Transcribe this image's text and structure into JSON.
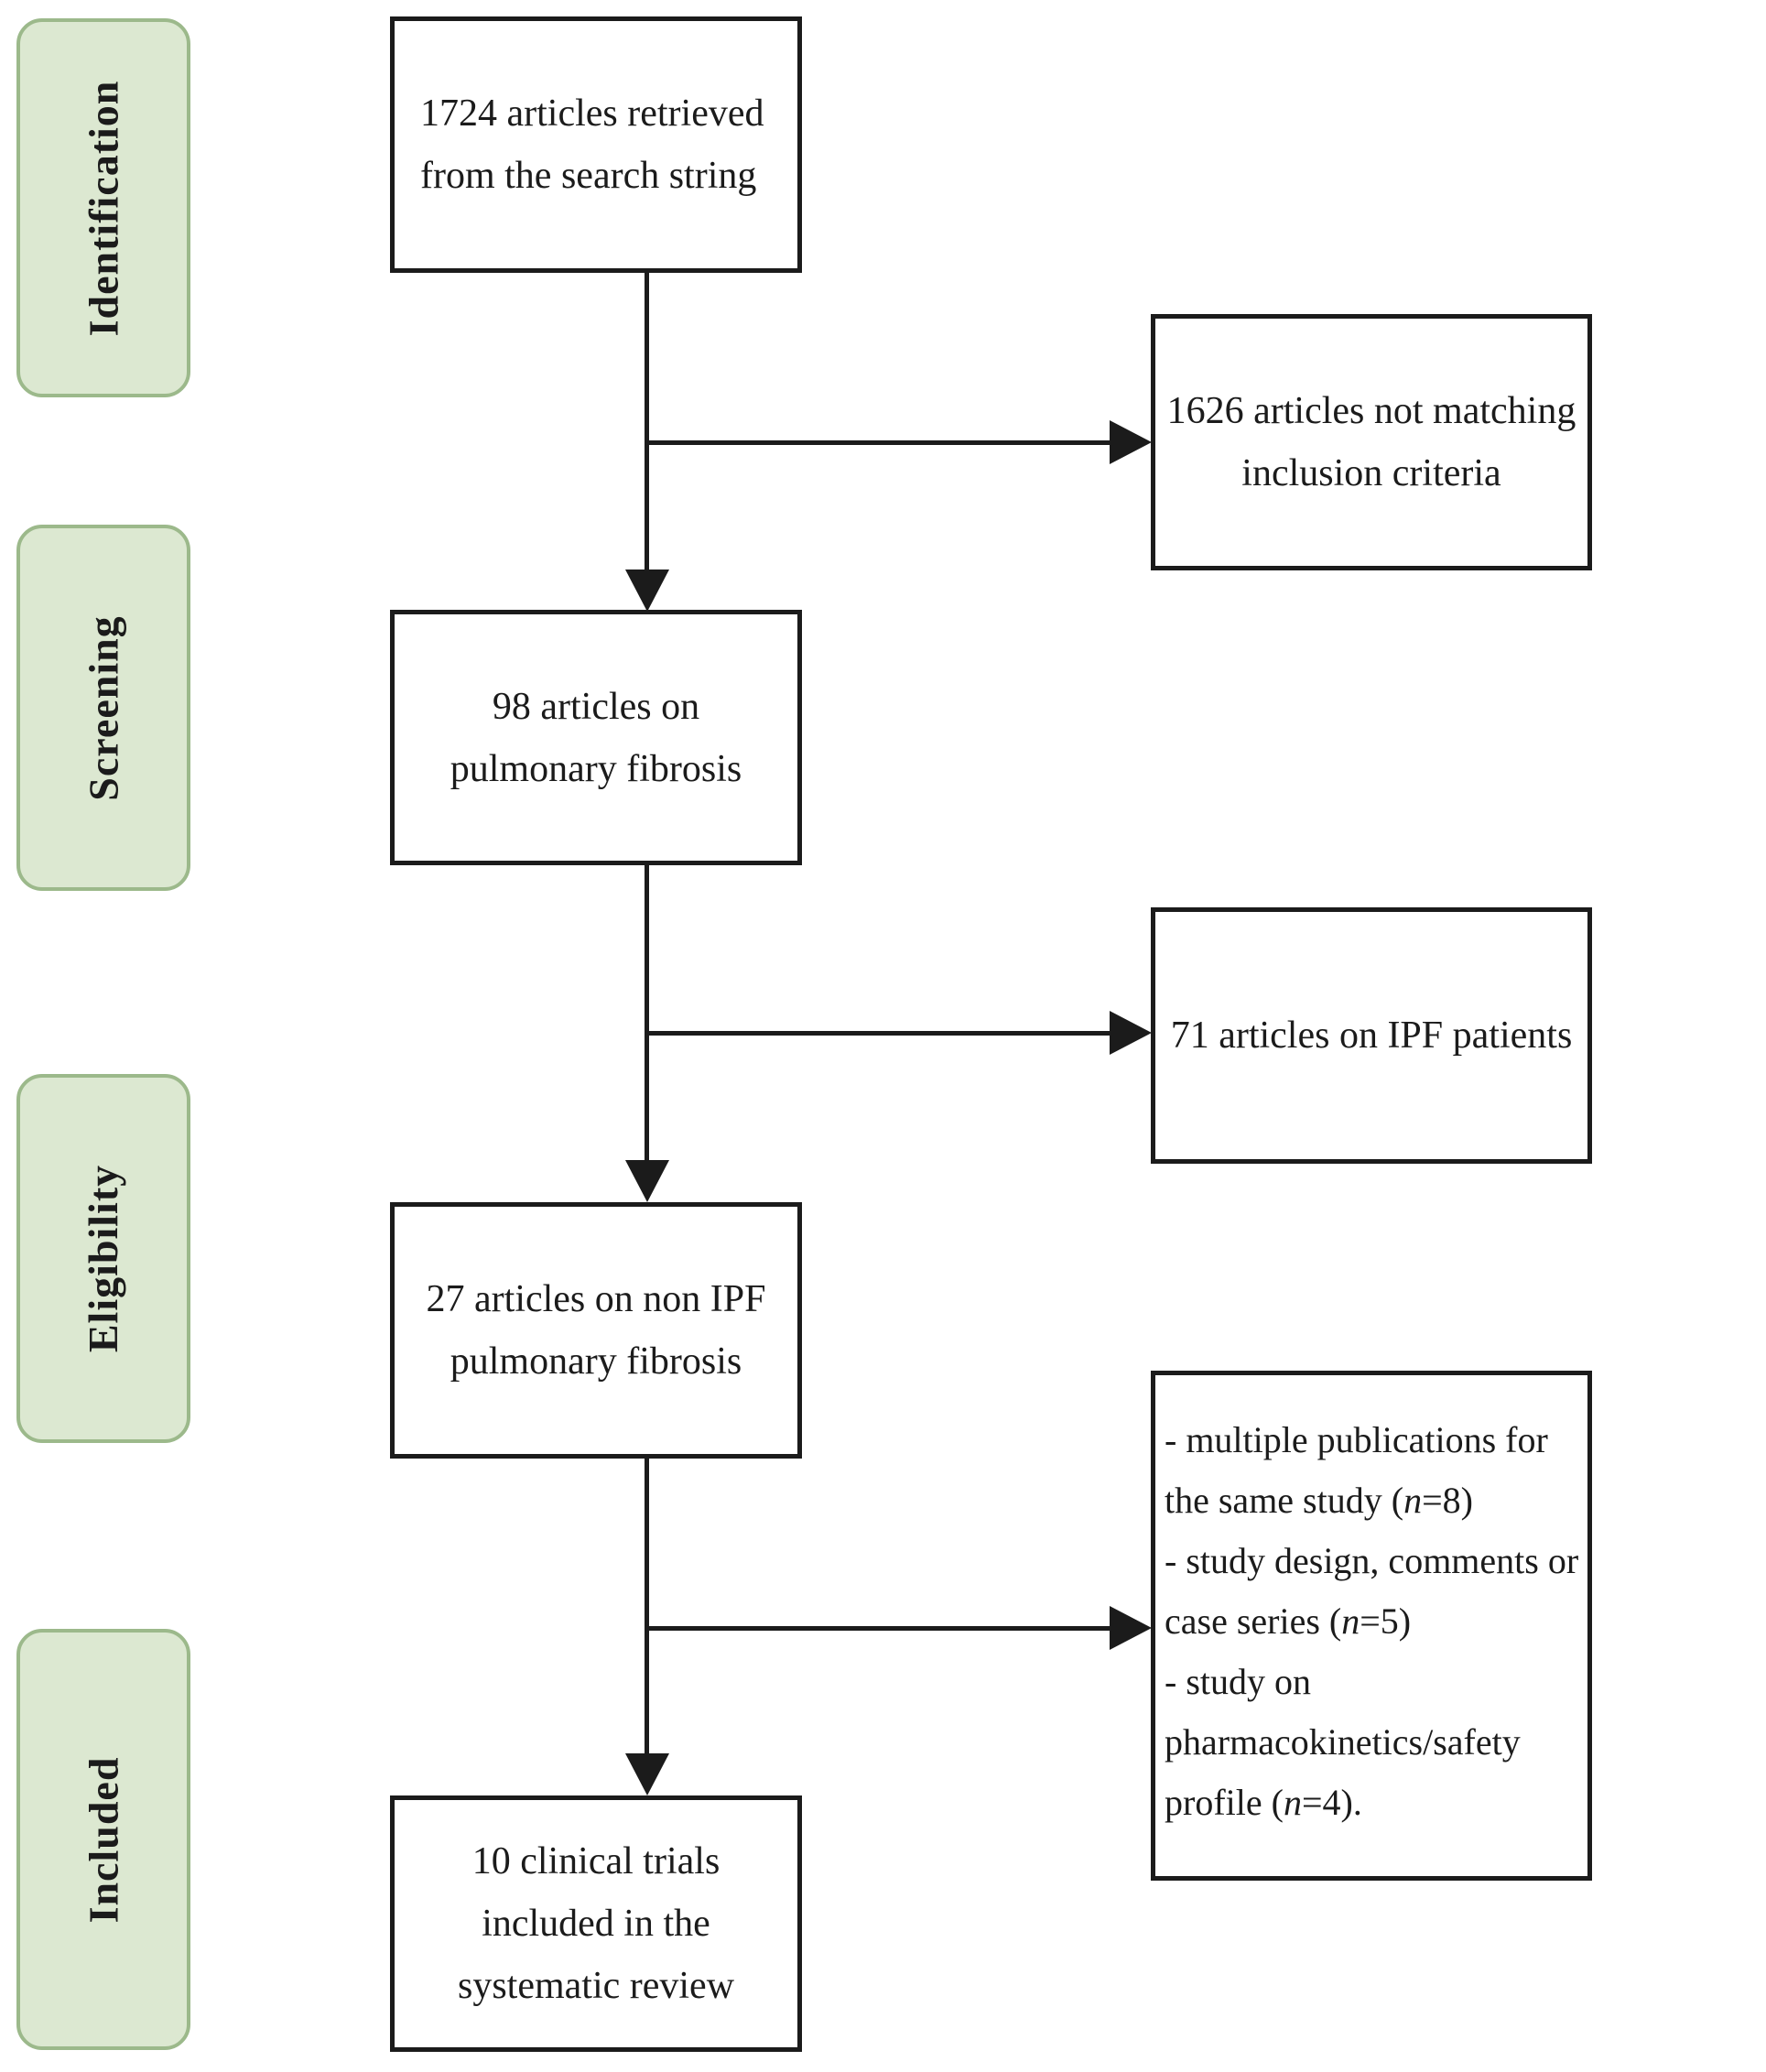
{
  "stages": [
    {
      "label": "Identification"
    },
    {
      "label": "Screening"
    },
    {
      "label": "Eligibility"
    },
    {
      "label": "Included"
    }
  ],
  "flow_boxes": {
    "retrieved": {
      "lines": [
        "1724 articles retrieved",
        "from the search string"
      ]
    },
    "pulmonary_fibrosis": {
      "lines": [
        "98 articles on",
        "pulmonary fibrosis"
      ]
    },
    "non_ipf": {
      "lines": [
        "27 articles on non IPF",
        "pulmonary fibrosis"
      ]
    },
    "included_trials": {
      "lines": [
        "10 clinical trials",
        "included in the",
        "systematic review"
      ]
    }
  },
  "excluded_boxes": {
    "not_matching": {
      "lines": [
        "1626 articles not matching",
        "inclusion criteria"
      ]
    },
    "ipf_patients": {
      "lines": [
        "71 articles on IPF patients"
      ]
    },
    "other_reasons": {
      "rich_lines": [
        [
          {
            "t": "- multiple publications for"
          }
        ],
        [
          {
            "t": "the same study ("
          },
          {
            "t": "n",
            "i": true
          },
          {
            "t": "=8)"
          }
        ],
        [
          {
            "t": "- study design, comments or"
          }
        ],
        [
          {
            "t": "case series ("
          },
          {
            "t": "n",
            "i": true
          },
          {
            "t": "=5)"
          }
        ],
        [
          {
            "t": "- study on"
          }
        ],
        [
          {
            "t": "pharmacokinetics/safety"
          }
        ],
        [
          {
            "t": "profile ("
          },
          {
            "t": "n",
            "i": true
          },
          {
            "t": "=4)."
          }
        ]
      ]
    }
  },
  "colors": {
    "stage_fill": "#dce8d1",
    "stage_border": "#9cb98b",
    "box_border": "#1b1b1b",
    "connector": "#1b1b1b",
    "text": "#1b1b1b",
    "background": "#ffffff"
  }
}
